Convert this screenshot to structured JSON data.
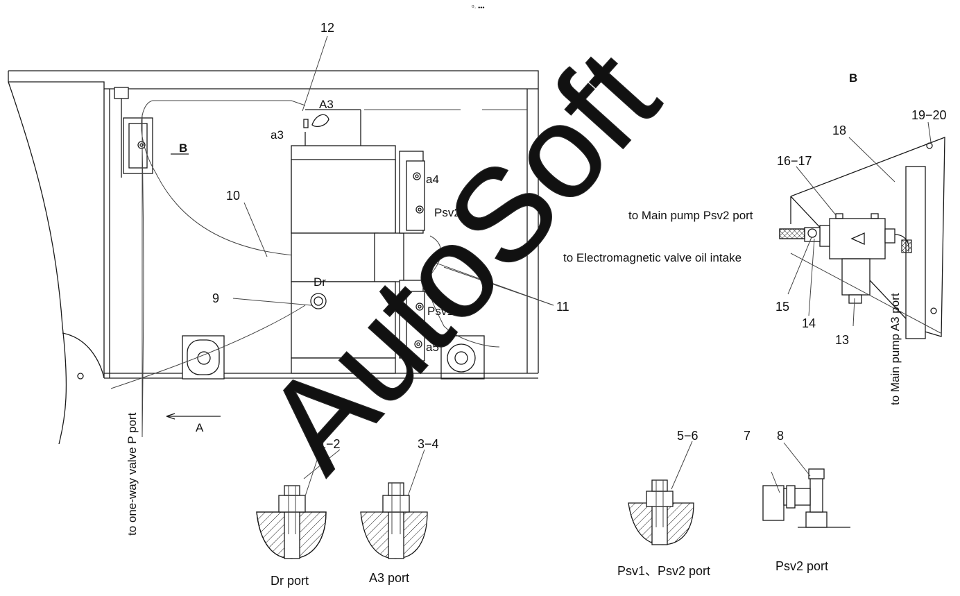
{
  "top_mark": "⁰· •••",
  "watermark": "AutoSoft",
  "view_labels": {
    "view_b_marker": "B",
    "view_a_marker": "A",
    "view_b_title": "B"
  },
  "port_labels": {
    "a3": "a3",
    "A3": "A3",
    "a4": "a4",
    "Psv2": "Psv2",
    "Dr": "Dr",
    "Psv1": "Psv1",
    "a5": "a5"
  },
  "callouts": {
    "n1_2": "1−2",
    "n3_4": "3−4",
    "n5_6": "5−6",
    "n7": "7",
    "n8": "8",
    "n9": "9",
    "n10": "10",
    "n11": "11",
    "n12": "12",
    "n13": "13",
    "n14": "14",
    "n15": "15",
    "n16_17": "16−17",
    "n18": "18",
    "n19_20": "19−20"
  },
  "connection_labels": {
    "to_psv2": "to Main pump Psv2 port",
    "to_em_valve": "to Electromagnetic valve oil intake",
    "to_a3": "to Main pump A3 port",
    "to_oneway": "to one-way valve P port"
  },
  "captions": {
    "dr_port": "Dr port",
    "a3_port": "A3 port",
    "psv_port": "Psv1、Psv2 port",
    "psv2_port": "Psv2 port"
  },
  "colors": {
    "line": "#1a1a1a",
    "watermark": "#222222"
  }
}
